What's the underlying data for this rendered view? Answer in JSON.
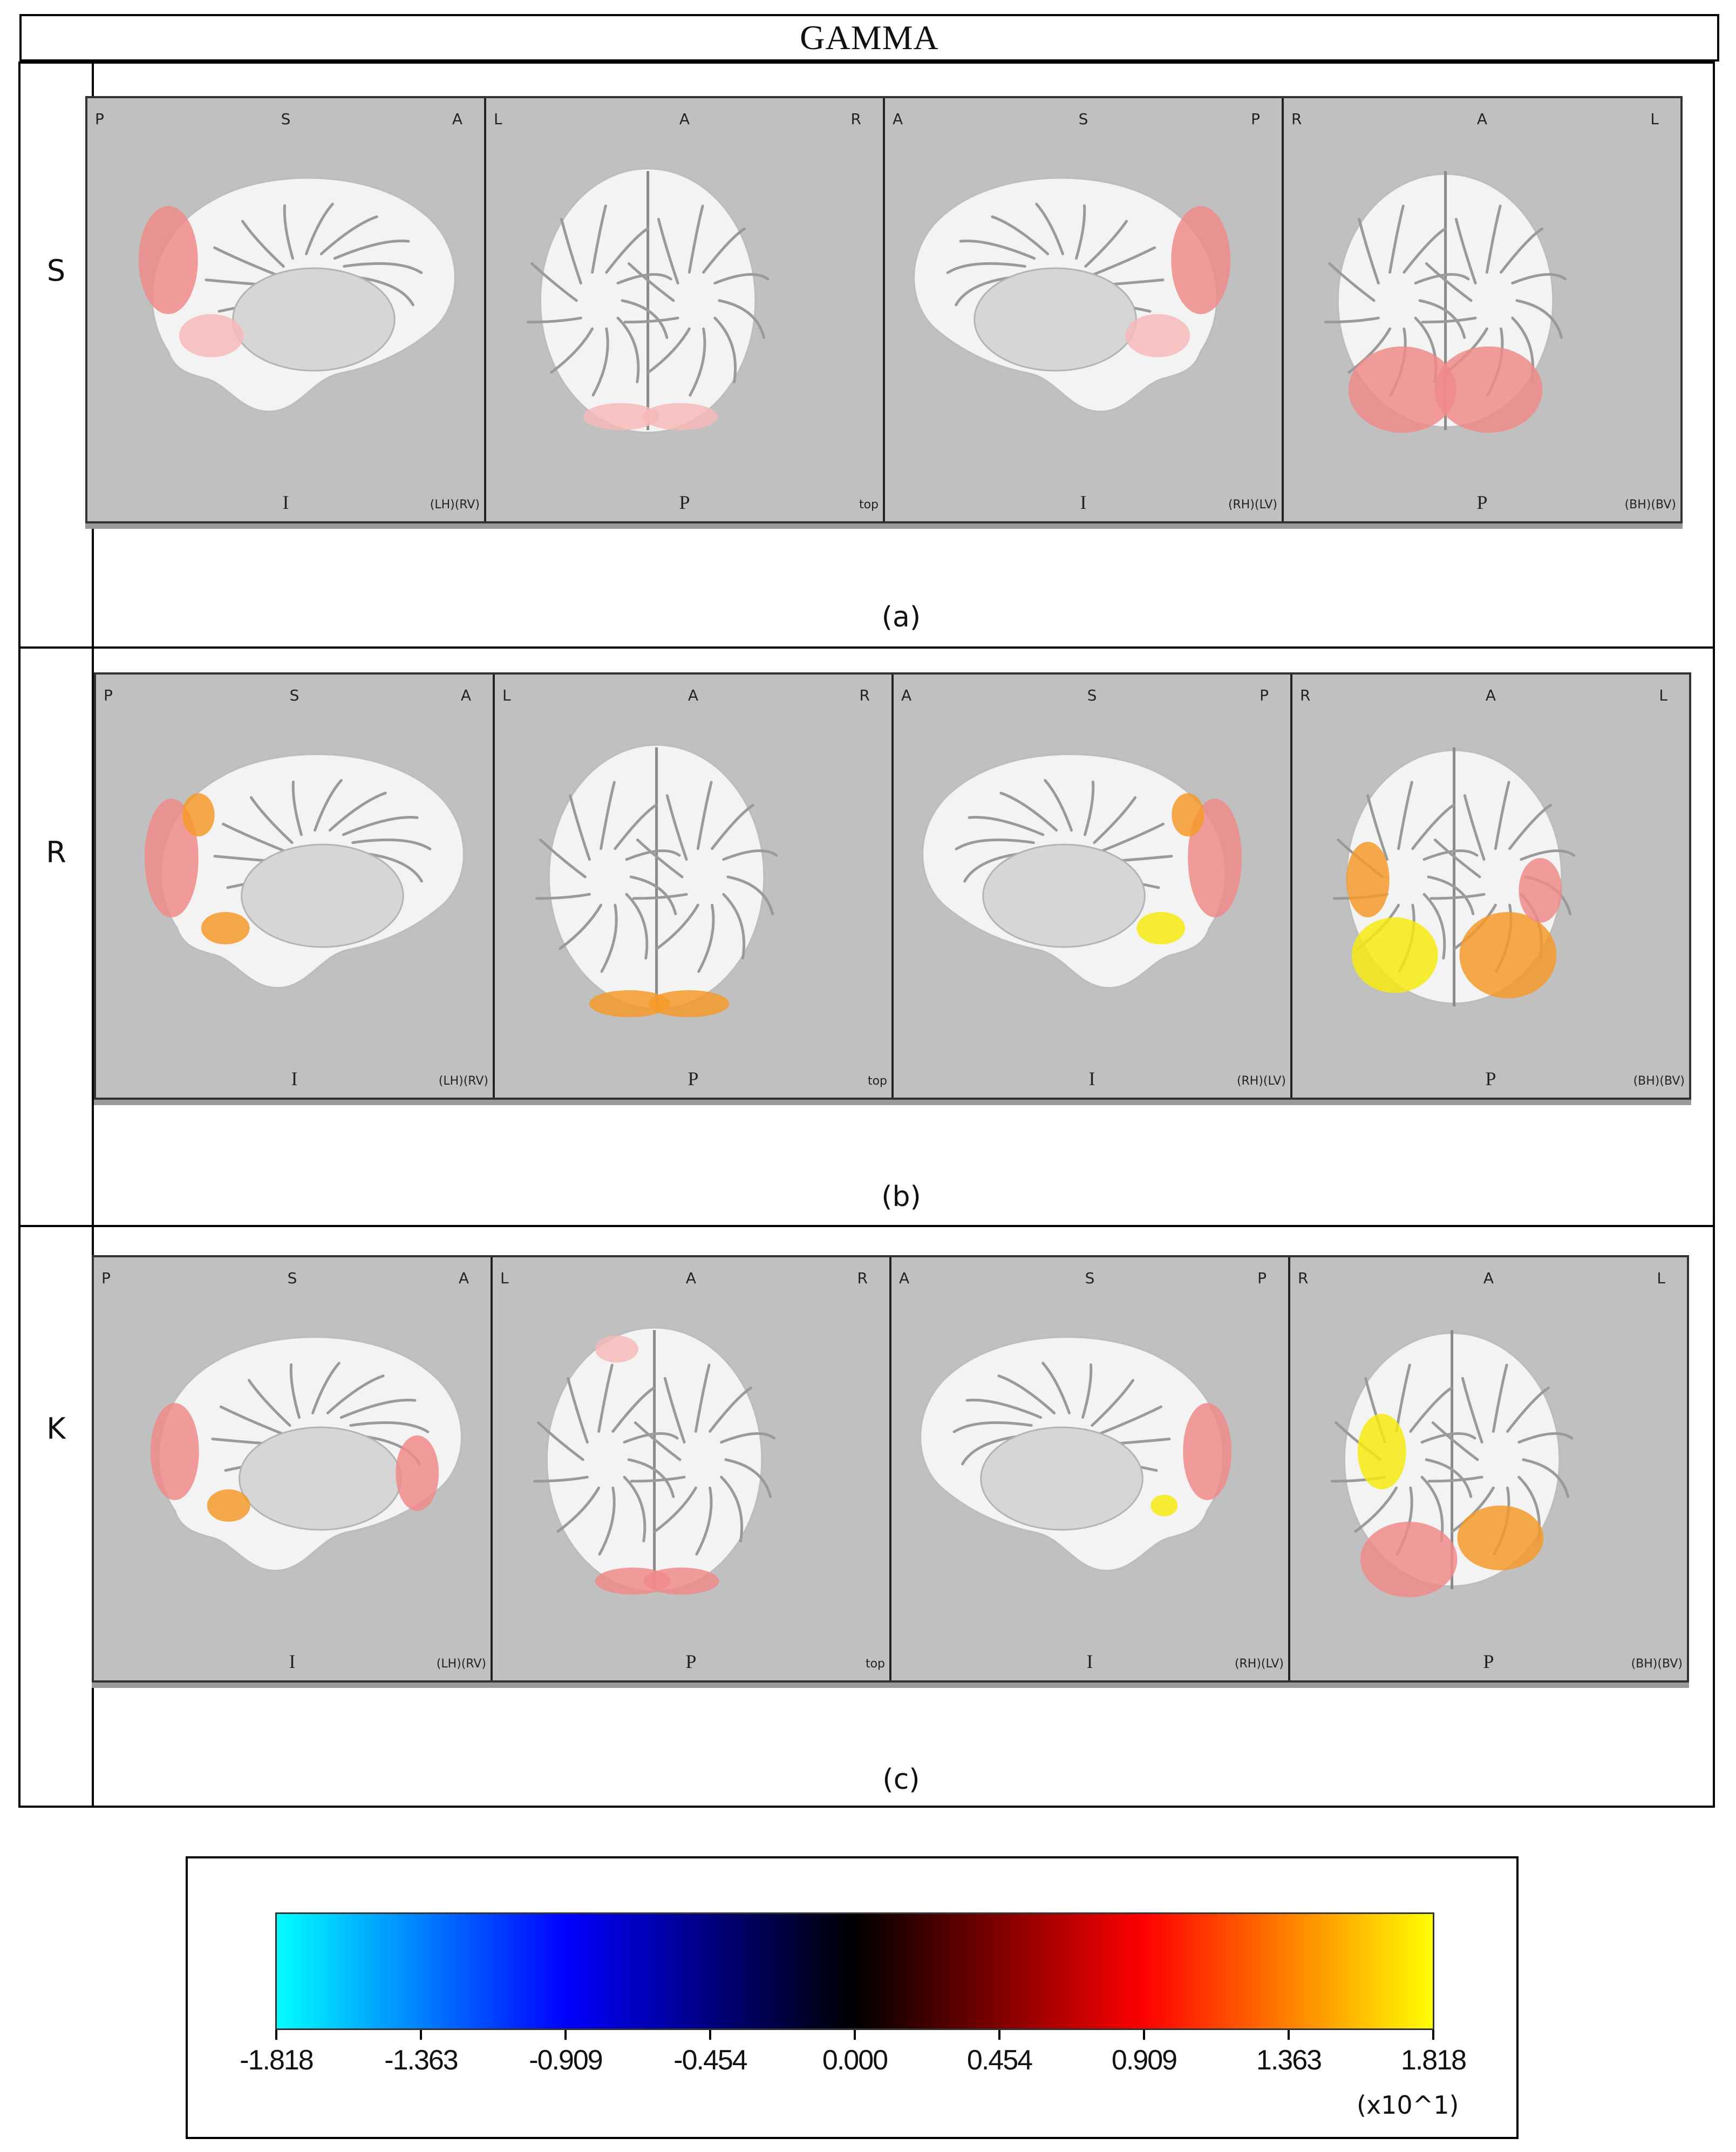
{
  "title": "GAMMA",
  "rows": [
    {
      "label": "S",
      "caption": "(a)"
    },
    {
      "label": "R",
      "caption": "(b)"
    },
    {
      "label": "K",
      "caption": "(c)"
    }
  ],
  "views": [
    {
      "tl": "P",
      "tc": "S",
      "tr": "A",
      "bottom": "I",
      "corner": "(LH)(RV)"
    },
    {
      "tl": "L",
      "tc": "A",
      "tr": "R",
      "bottom": "P",
      "corner": "top"
    },
    {
      "tl": "A",
      "tc": "S",
      "tr": "P",
      "bottom": "I",
      "corner": "(RH)(LV)"
    },
    {
      "tl": "R",
      "tc": "A",
      "tr": "L",
      "bottom": "P",
      "corner": "(BH)(BV)"
    }
  ],
  "colorbar": {
    "ticks": [
      "-1.818",
      "-1.363",
      "-0.909",
      "-0.454",
      "0.000",
      "0.454",
      "0.909",
      "1.363",
      "1.818"
    ],
    "multiplier": "(x10^1)",
    "colors": [
      "#00ffff",
      "#0000ff",
      "#000000",
      "#ff0000",
      "#ffff00"
    ]
  }
}
